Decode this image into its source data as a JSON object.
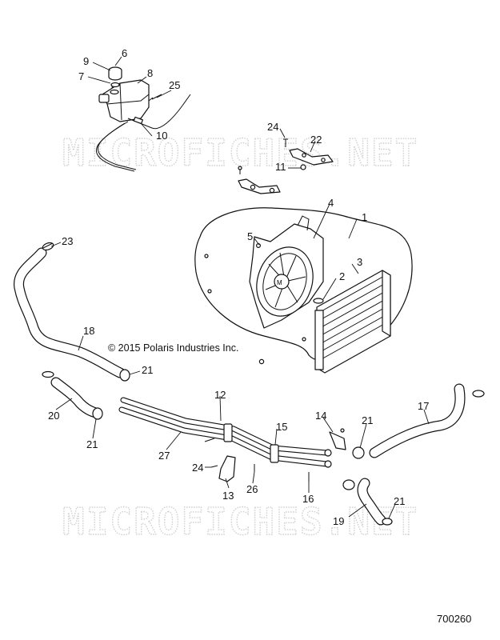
{
  "watermark": "MICROFICHES.NET",
  "copyright": "© 2015 Polaris Industries Inc.",
  "diagram_id": "700260",
  "callouts": {
    "c1": "1",
    "c2": "2",
    "c3": "3",
    "c4": "4",
    "c5": "5",
    "c6": "6",
    "c7": "7",
    "c8": "8",
    "c9": "9",
    "c10": "10",
    "c11": "11",
    "c12": "12",
    "c13": "13",
    "c14": "14",
    "c15": "15",
    "c16": "16",
    "c17": "17",
    "c18": "18",
    "c19": "19",
    "c20": "20",
    "c21a": "21",
    "c21b": "21",
    "c21c": "21",
    "c21d": "21",
    "c22": "22",
    "c23": "23",
    "c24a": "24",
    "c24b": "24",
    "c25": "25",
    "c26": "26",
    "c27": "27"
  }
}
